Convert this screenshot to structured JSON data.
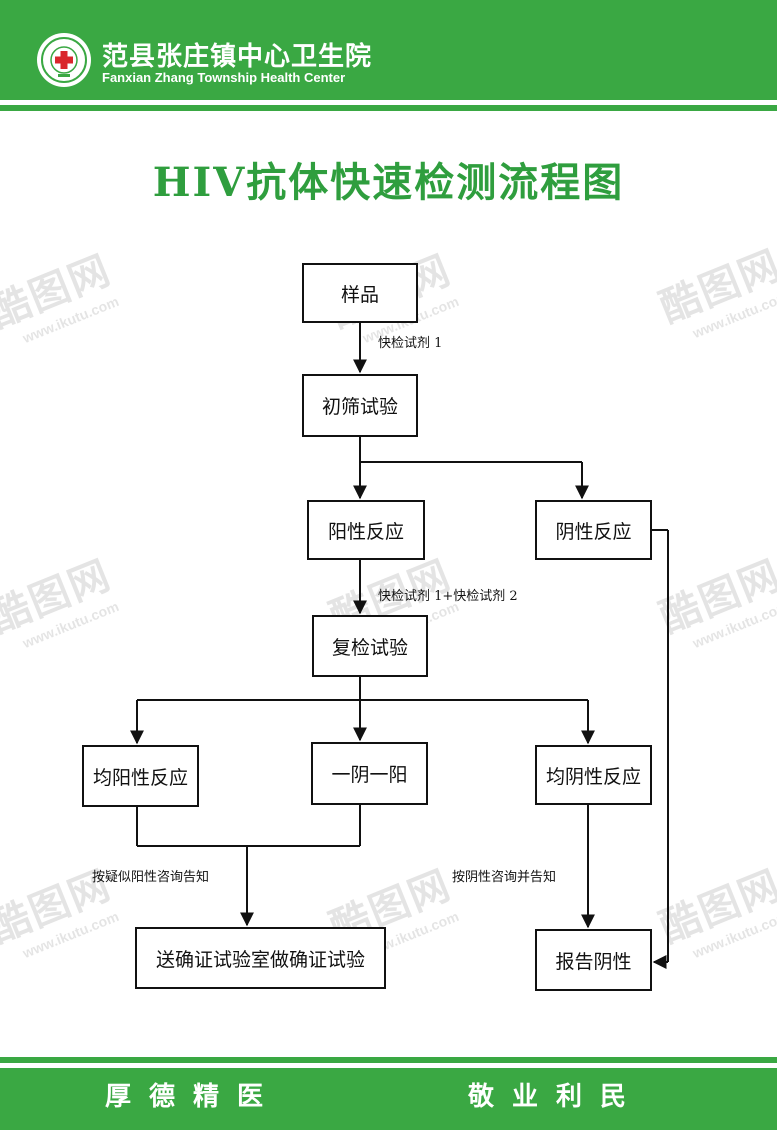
{
  "header": {
    "name_cn": "范县张庄镇中心卫生院",
    "name_en": "Fanxian Zhang Township Health Center"
  },
  "title": "HIV抗体快速检测流程图",
  "nodes": {
    "sample": "样品",
    "initial_screen": "初筛试验",
    "positive_reaction": "阳性反应",
    "negative_reaction": "阴性反应",
    "retest": "复检试验",
    "both_positive": "均阳性反应",
    "one_neg_one_pos": "一阴一阳",
    "both_negative": "均阴性反应",
    "send_confirm": "送确证试验室做确证试验",
    "report_negative": "报告阴性"
  },
  "edge_labels": {
    "reagent1": "快检试剂 1",
    "reagent1_2": "快检试剂 1+快检试剂 2",
    "suspected_positive": "按疑似阳性咨询告知",
    "negative_notify": "按阴性咨询并告知"
  },
  "watermark": {
    "cn": "酷图网",
    "url": "www.ikutu.com"
  },
  "footer": {
    "slogan_left": "厚德精医",
    "slogan_right": "敬业利民"
  },
  "colors": {
    "brand_green": "#3aa843",
    "title_green": "#2f9e3e",
    "logo_red": "#d9262c"
  }
}
